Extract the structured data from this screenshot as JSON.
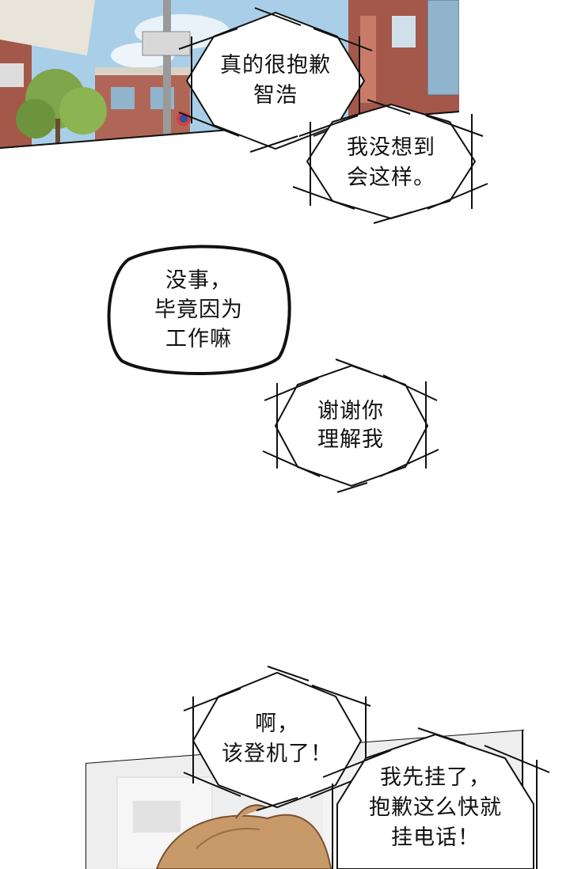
{
  "colors": {
    "ink": "#111111",
    "sky": "#a9cfe8",
    "brick": "#a4584a",
    "foliage": "#7fa64a",
    "hair": "#c89a6a"
  },
  "bubbles": [
    {
      "id": "b1",
      "shape": "hexagon",
      "lines": [
        "真的很抱歉",
        "智浩"
      ]
    },
    {
      "id": "b2",
      "shape": "hexagon",
      "lines": [
        "我没想到",
        "会这样。"
      ]
    },
    {
      "id": "b3",
      "shape": "oval",
      "lines": [
        "没事，",
        "毕竟因为",
        "工作嘛"
      ]
    },
    {
      "id": "b4",
      "shape": "hexagon",
      "lines": [
        "谢谢你",
        "理解我"
      ]
    },
    {
      "id": "b5",
      "shape": "hexagon",
      "lines": [
        "啊，",
        "该登机了！"
      ]
    },
    {
      "id": "b6",
      "shape": "hexagon",
      "lines": [
        "我先挂了，",
        "抱歉这么快就",
        "挂电话！"
      ]
    }
  ]
}
